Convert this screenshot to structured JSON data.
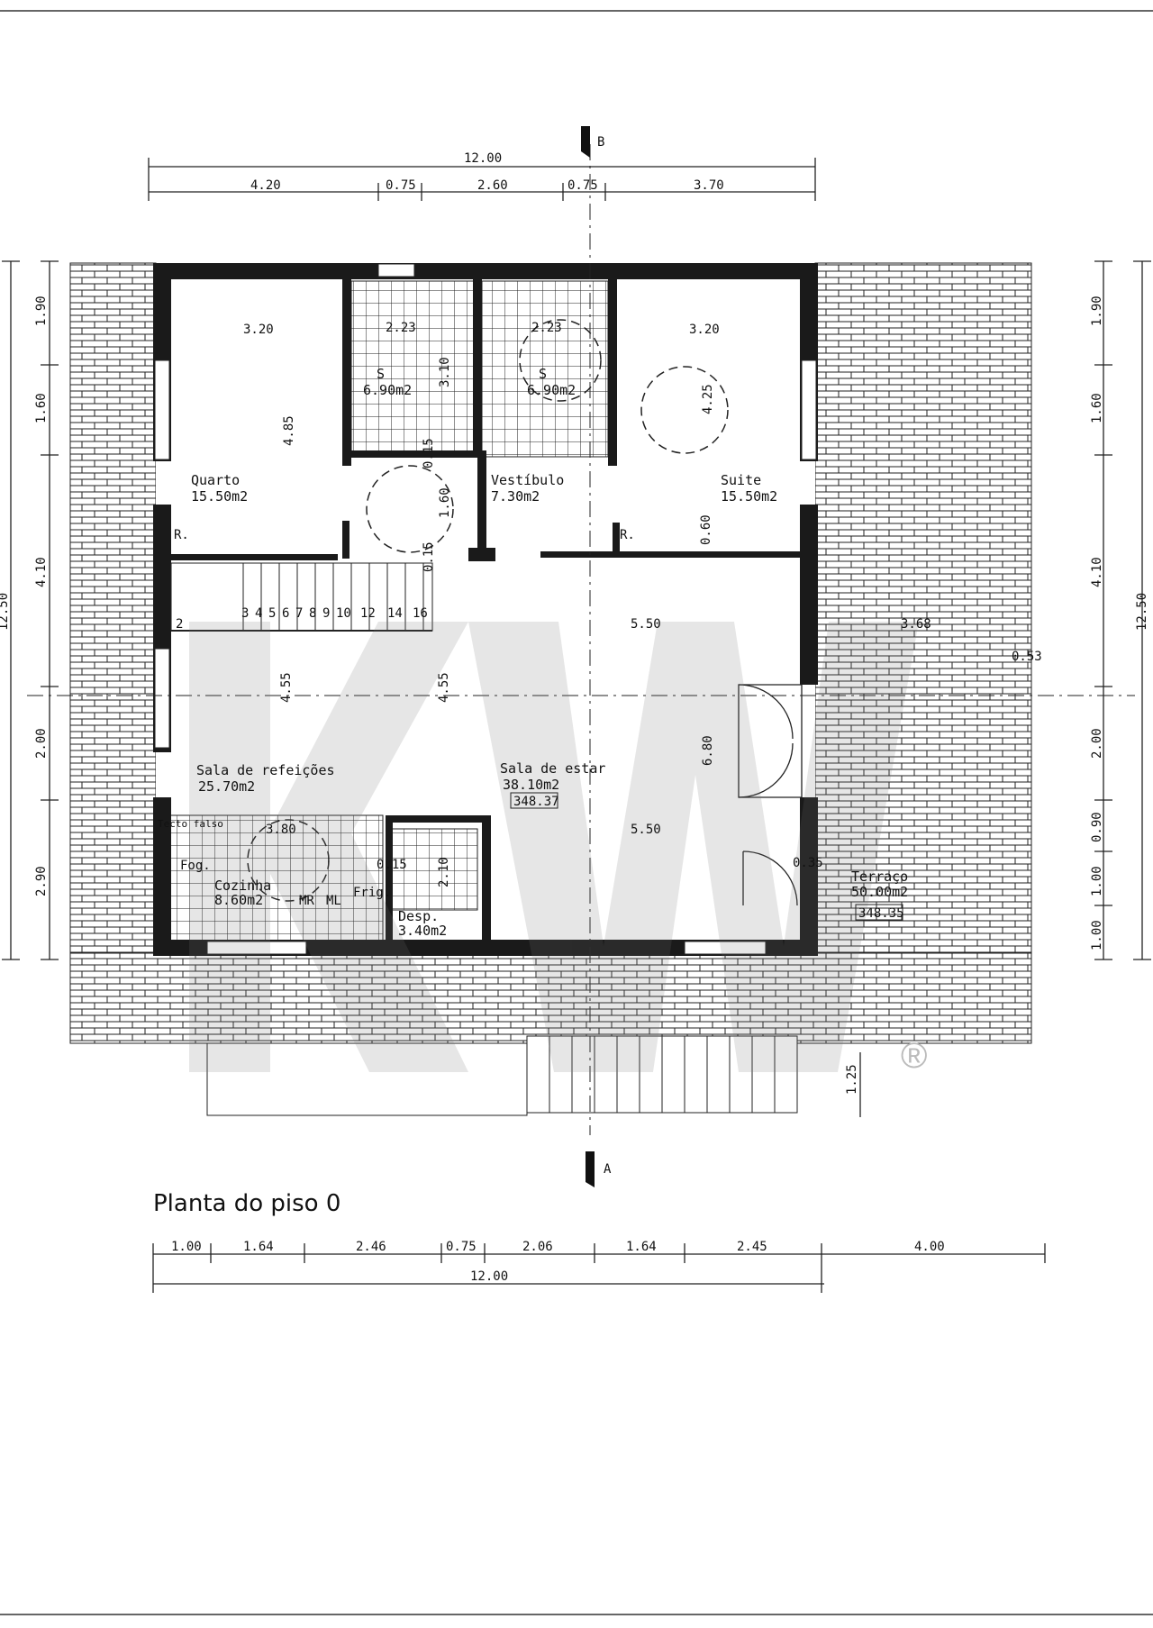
{
  "title": "Planta do piso 0",
  "section_marks": {
    "top": "B",
    "bottom": "A"
  },
  "top_dims": {
    "total": "12.00",
    "segments": [
      "4.20",
      "0.75",
      "2.60",
      "0.75",
      "3.70"
    ]
  },
  "bottom_dims": {
    "segments": [
      "1.00",
      "1.64",
      "2.46",
      "0.75",
      "2.06",
      "1.64",
      "2.45",
      "4.00"
    ],
    "total": "12.00"
  },
  "left_dims": {
    "total": "12.50",
    "segments": [
      "1.90",
      "1.60",
      "4.10",
      "2.00",
      "2.90"
    ]
  },
  "right_dims": {
    "total": "12.50",
    "segments": [
      "1.90",
      "1.60",
      "4.10",
      "2.00",
      "0.90",
      "1.00",
      "1.00"
    ]
  },
  "rooms": {
    "quarto": {
      "name": "Quarto",
      "area": "15.50m2"
    },
    "suite": {
      "name": "Suite",
      "area": "15.50m2"
    },
    "vestibulo": {
      "name": "Vestíbulo",
      "area": "7.30m2"
    },
    "wc1": {
      "name": "S",
      "area": "6.90m2"
    },
    "wc2": {
      "name": "S",
      "area": "6.90m2"
    },
    "sala_refeicoes": {
      "name": "Sala de refeições",
      "area": "25.70m2"
    },
    "sala_estar": {
      "name": "Sala de estar",
      "area": "38.10m2",
      "level": "348.37"
    },
    "cozinha": {
      "name": "Cozinha",
      "area": "8.60m2"
    },
    "desp": {
      "name": "Desp.",
      "area": "3.40m2"
    },
    "terraco": {
      "name": "Terraço",
      "area": "50.00m2",
      "level": "348.35"
    }
  },
  "inner_labels": {
    "w_320_left": "3.20",
    "w_223_left": "2.23",
    "w_223_right": "2.23",
    "w_320_right": "3.20",
    "h_485": "4.85",
    "h_425": "4.25",
    "h_310": "3.10",
    "h_160": "1.60",
    "w_550_top": "5.50",
    "w_550_bot": "5.50",
    "w_368": "3.68",
    "h_455_a": "4.55",
    "h_455_b": "4.55",
    "h_680": "6.80",
    "d_035": "0.35",
    "d_053": "0.53",
    "d_015_a": "0.15",
    "d_015_b": "0.15",
    "d_015_c": "0.15",
    "d_060": "0.60",
    "w_380": "3.80",
    "h_210": "2.10",
    "h_125": "1.25",
    "r_left": "R.",
    "r_right": "R.",
    "tecto": "Tecto falso",
    "fog": "Fog.",
    "frig": "Frig.",
    "mr": "MR",
    "ml": "ML",
    "stairs": [
      "2",
      "3",
      "4",
      "5",
      "6",
      "7",
      "8",
      "9",
      "10",
      "12",
      "14",
      "16"
    ]
  },
  "watermark": "KW"
}
